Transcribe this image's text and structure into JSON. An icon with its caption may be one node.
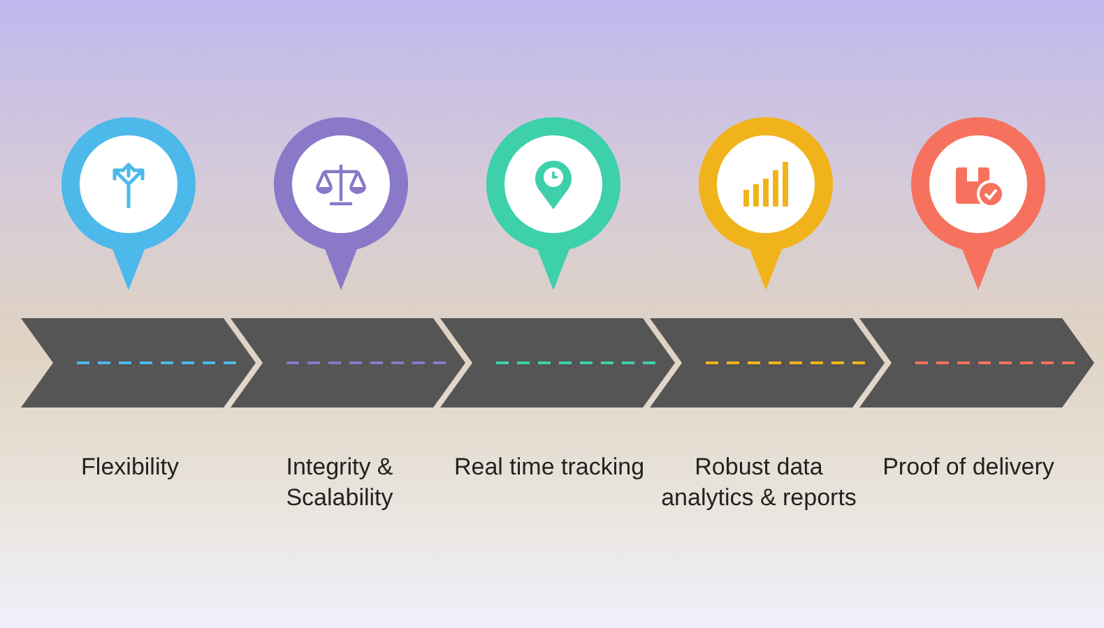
{
  "diagram": {
    "nodes": [
      {
        "text": [
          "Flexibility"
        ]
      },
      {
        "text": [
          "Integrity & Scalability"
        ]
      },
      {
        "text": [
          "Real time tracking"
        ]
      },
      {
        "text": [
          "Robust data analytics & reports"
        ]
      },
      {
        "text": [
          "Proof of delivery"
        ]
      }
    ]
  }
}
